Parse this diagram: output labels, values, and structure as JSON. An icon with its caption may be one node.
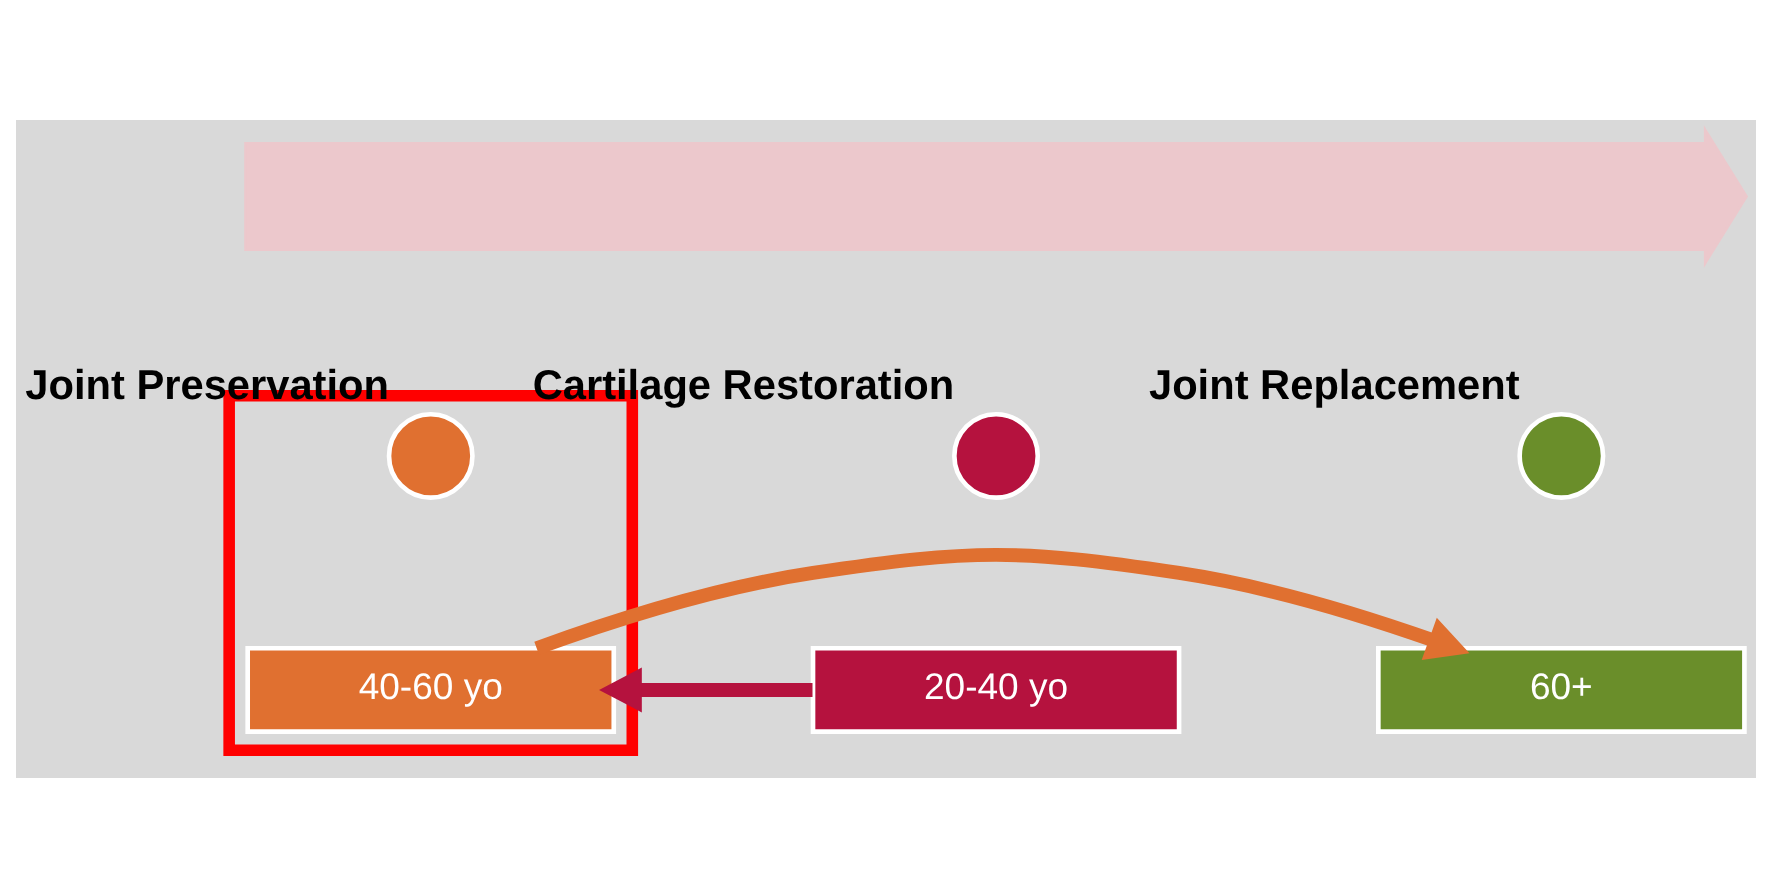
{
  "diagram": {
    "nodes": [
      {
        "text": [],
        "shape": "arrow"
      },
      {
        "text": [],
        "shape": "circle",
        "beside": [
          "Cartilage Restoration"
        ]
      },
      {
        "text": [],
        "shape": "box"
      },
      {
        "text": [],
        "shape": "circle",
        "in": 2,
        "beside": [
          "Joint Preservation"
        ]
      },
      {
        "text": [],
        "shape": "circle",
        "beside": [
          "Joint Replacement"
        ]
      },
      {
        "text": [
          "20-40 yo"
        ]
      },
      {
        "text": [
          "40-60 yo"
        ],
        "in": 2
      },
      {
        "text": [
          "60+"
        ]
      }
    ],
    "edges": [
      {
        "from": 5,
        "to": 6,
        "arrow": "to",
        "color": "#b5123e"
      },
      {
        "from": 6,
        "to": 7,
        "arrow": "to",
        "color": "#e07030"
      }
    ]
  }
}
